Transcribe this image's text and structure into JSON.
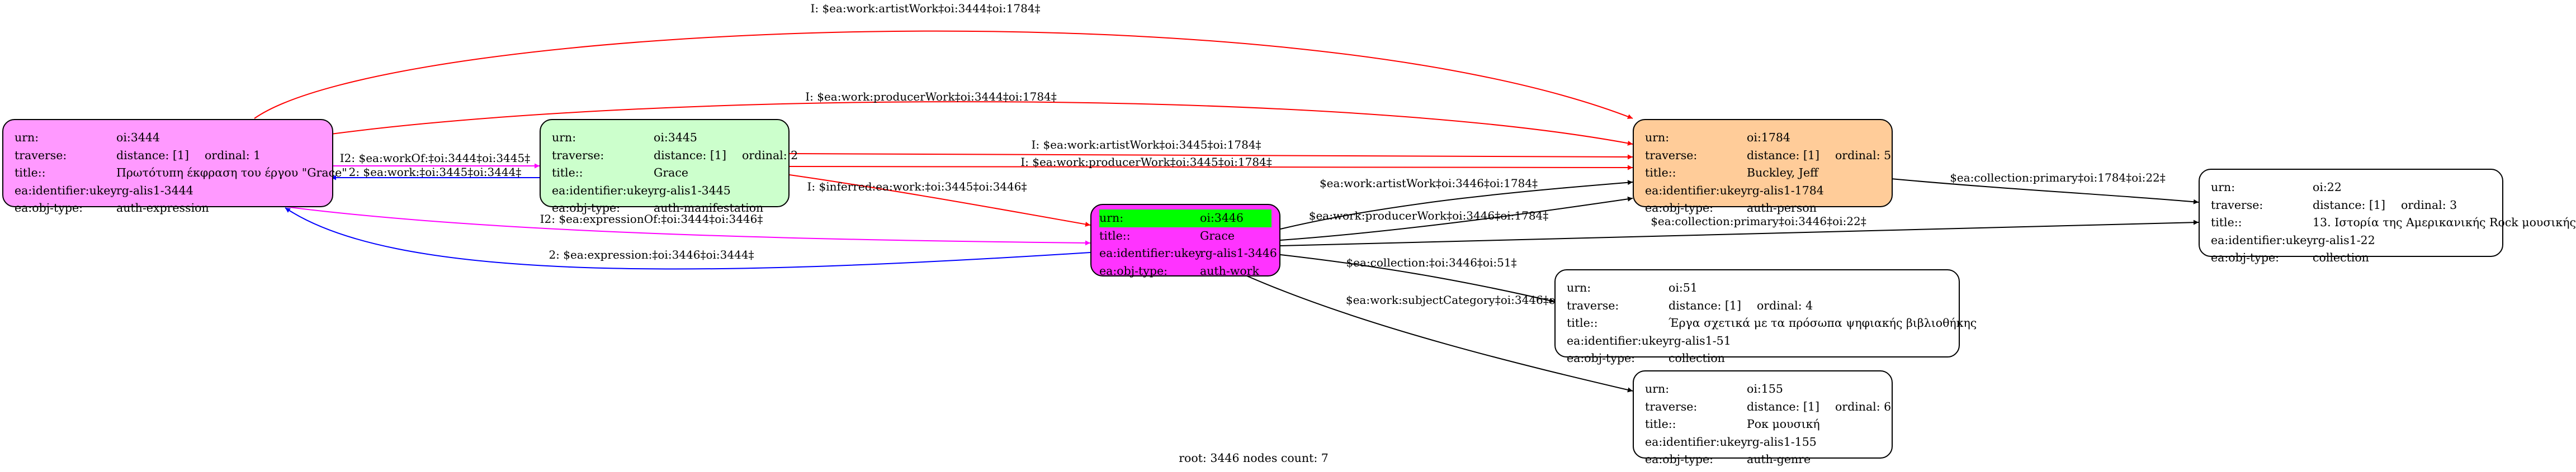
{
  "nodes": {
    "n3444": {
      "color": "#ff99ff",
      "rows": [
        {
          "k": "urn:",
          "v": "oi:3444"
        },
        {
          "k": "traverse:",
          "v": "distance: [1]",
          "o": "ordinal: 1"
        },
        {
          "k": "title::",
          "v": "Πρωτότυπη έκφραση του έργου \"Grace\""
        },
        {
          "k": "ea:identifier:ukey",
          "v": "rg-alis1-3444"
        },
        {
          "k": "ea:obj-type:",
          "v": "auth-expression"
        }
      ]
    },
    "n3445": {
      "color": "#ccffcc",
      "rows": [
        {
          "k": "urn:",
          "v": "oi:3445"
        },
        {
          "k": "traverse:",
          "v": "distance: [1]",
          "o": "ordinal: 2"
        },
        {
          "k": "title::",
          "v": "Grace"
        },
        {
          "k": "ea:identifier:ukey",
          "v": "rg-alis1-3445"
        },
        {
          "k": "ea:obj-type:",
          "v": "auth-manifestation"
        }
      ]
    },
    "n3446": {
      "color": "#ff33ff",
      "rows": [
        {
          "k": "urn:",
          "v": "oi:3446"
        },
        {
          "k": "title::",
          "v": "Grace"
        },
        {
          "k": "ea:identifier:ukey",
          "v": "rg-alis1-3446"
        },
        {
          "k": "ea:obj-type:",
          "v": "auth-work"
        }
      ]
    },
    "n1784": {
      "color": "#ffcc99",
      "rows": [
        {
          "k": "urn:",
          "v": "oi:1784"
        },
        {
          "k": "traverse:",
          "v": "distance: [1]",
          "o": "ordinal: 5"
        },
        {
          "k": "title::",
          "v": "Buckley, Jeff"
        },
        {
          "k": "ea:identifier:ukey",
          "v": "rg-alis1-1784"
        },
        {
          "k": "ea:obj-type:",
          "v": "auth-person"
        }
      ]
    },
    "n22": {
      "color": "#ffffff",
      "rows": [
        {
          "k": "urn:",
          "v": "oi:22"
        },
        {
          "k": "traverse:",
          "v": "distance: [1]",
          "o": "ordinal: 3"
        },
        {
          "k": "title::",
          "v": "13. Ιστορία της Αμερικανικής Rock μουσικής"
        },
        {
          "k": "ea:identifier:ukey",
          "v": "rg-alis1-22"
        },
        {
          "k": "ea:obj-type:",
          "v": "collection"
        }
      ]
    },
    "n51": {
      "color": "#ffffff",
      "rows": [
        {
          "k": "urn:",
          "v": "oi:51"
        },
        {
          "k": "traverse:",
          "v": "distance: [1]",
          "o": "ordinal: 4"
        },
        {
          "k": "title::",
          "v": "Έργα σχετικά με τα πρόσωπα ψηφιακής βιβλιοθήκης"
        },
        {
          "k": "ea:identifier:ukey",
          "v": "rg-alis1-51"
        },
        {
          "k": "ea:obj-type:",
          "v": "collection"
        }
      ]
    },
    "n155": {
      "color": "#ffffff",
      "rows": [
        {
          "k": "urn:",
          "v": "oi:155"
        },
        {
          "k": "traverse:",
          "v": "distance: [1]",
          "o": "ordinal: 6"
        },
        {
          "k": "title::",
          "v": "Ροκ μουσική"
        },
        {
          "k": "ea:identifier:ukey",
          "v": "rg-alis1-155"
        },
        {
          "k": "ea:obj-type:",
          "v": "auth-genre"
        }
      ]
    }
  },
  "edge_colors": {
    "red": "#ff0000",
    "blue": "#0000ff",
    "magenta": "#ff00ff",
    "black": "#000000"
  },
  "edges": [
    {
      "id": "e-artistwork-3444",
      "color": "red",
      "label": "I: $ea:work:artistWork‡oi:3444‡oi:1784‡"
    },
    {
      "id": "e-producerwork-3444",
      "color": "red",
      "label": "I: $ea:work:producerWork‡oi:3444‡oi:1784‡"
    },
    {
      "id": "e-workof-3444-3445",
      "color": "magenta",
      "label": "I2: $ea:workOf:‡oi:3444‡oi:3445‡"
    },
    {
      "id": "e-work-3445-3444",
      "color": "blue",
      "label": "2: $ea:work:‡oi:3445‡oi:3444‡"
    },
    {
      "id": "e-artistwork-3445",
      "color": "red",
      "label": "I: $ea:work:artistWork‡oi:3445‡oi:1784‡"
    },
    {
      "id": "e-producerwork-3445",
      "color": "red",
      "label": "I: $ea:work:producerWork‡oi:3445‡oi:1784‡"
    },
    {
      "id": "e-inferred-3445-3446",
      "color": "red",
      "label": "I: $inferred:ea:work:‡oi:3445‡oi:3446‡"
    },
    {
      "id": "e-expressionof-3444-3446",
      "color": "magenta",
      "label": "I2: $ea:expressionOf:‡oi:3444‡oi:3446‡"
    },
    {
      "id": "e-expression-3446-3444",
      "color": "blue",
      "label": "2: $ea:expression:‡oi:3446‡oi:3444‡"
    },
    {
      "id": "e-artistwork-3446",
      "color": "black",
      "label": "$ea:work:artistWork‡oi:3446‡oi:1784‡"
    },
    {
      "id": "e-producerwork-3446",
      "color": "black",
      "label": "$ea:work:producerWork‡oi:3446‡oi:1784‡"
    },
    {
      "id": "e-collection-primary-1784",
      "color": "black",
      "label": "$ea:collection:primary‡oi:1784‡oi:22‡"
    },
    {
      "id": "e-collection-primary-3446",
      "color": "black",
      "label": "$ea:collection:primary‡oi:3446‡oi:22‡"
    },
    {
      "id": "e-collection-3446-51",
      "color": "black",
      "label": "$ea:collection:‡oi:3446‡oi:51‡"
    },
    {
      "id": "e-subjectcategory-3446-155",
      "color": "black",
      "label": "$ea:work:subjectCategory‡oi:3446‡oi:155‡"
    }
  ],
  "footer": "root: 3446 nodes count: 7"
}
